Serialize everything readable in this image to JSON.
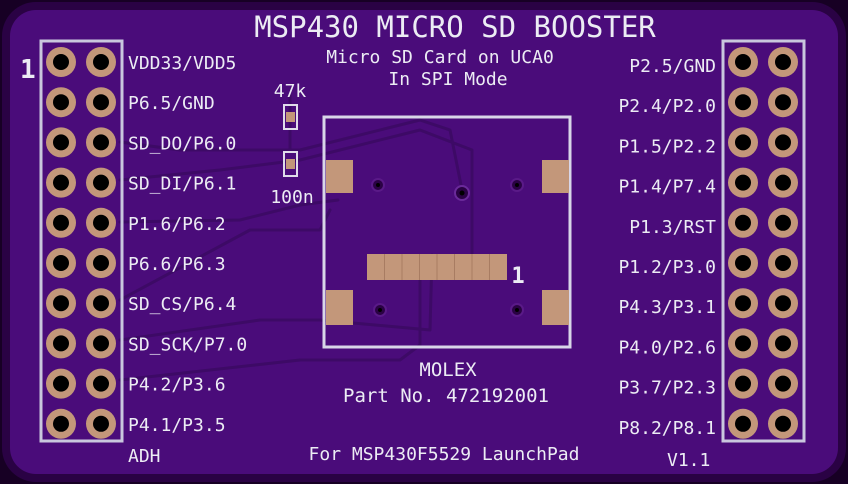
{
  "board": {
    "title": "MSP430 MICRO SD BOOSTER",
    "subtitle_line1": "Micro SD Card on UCA0",
    "subtitle_line2": "In SPI Mode",
    "footer_left": "ADH",
    "footer_center": "For MSP430F5529 LaunchPad",
    "footer_right": "V1.1",
    "pin1_marker": "1",
    "colors": {
      "board": "#4a0c7a",
      "edge": "#2a0244",
      "pad": "#c3977a",
      "silkscreen": "#ececf4"
    }
  },
  "components": {
    "resistor_label": "47k",
    "capacitor_label": "100n",
    "socket_pin1": "1",
    "socket_vendor": "MOLEX",
    "socket_part": "Part No. 472192001"
  },
  "left_header": {
    "labels": [
      "VDD33/VDD5",
      "P6.5/GND",
      "SD_DO/P6.0",
      "SD_DI/P6.1",
      "P1.6/P6.2",
      "P6.6/P6.3",
      "SD_CS/P6.4",
      "SD_SCK/P7.0",
      "P4.2/P3.6",
      "P4.1/P3.5"
    ]
  },
  "right_header": {
    "labels": [
      "P2.5/GND",
      "P2.4/P2.0",
      "P1.5/P2.2",
      "P1.4/P7.4",
      "P1.3/RST",
      "P1.2/P3.0",
      "P4.3/P3.1",
      "P4.0/P2.6",
      "P3.7/P2.3",
      "P8.2/P8.1"
    ]
  }
}
